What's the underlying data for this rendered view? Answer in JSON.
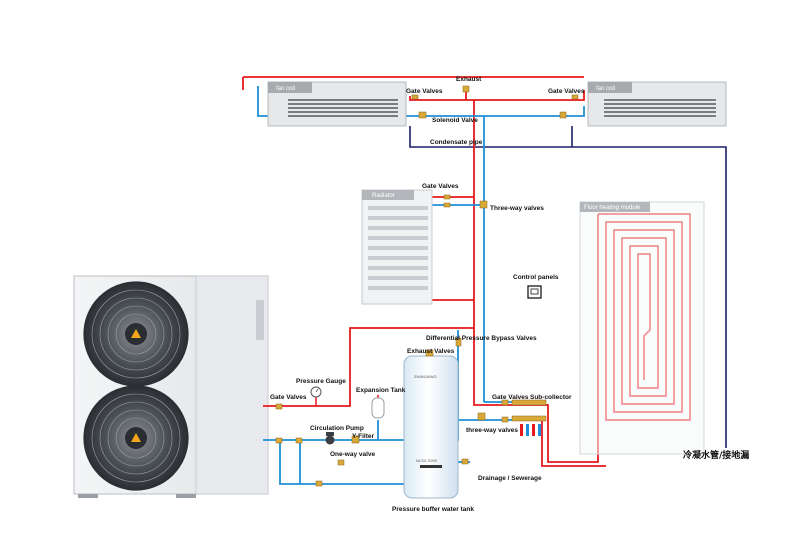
{
  "colors": {
    "hot": "#e8191c",
    "cold": "#1e8fd6",
    "condensate": "#1b1f6b",
    "unit_body": "#eef0f2",
    "fan_dark": "#3b3f44",
    "valve_brass": "#d8a83a"
  },
  "labels": {
    "fan_coil_left": "fan coil",
    "fan_coil_right": "fan coil",
    "exhaust": "Exhaust",
    "gate_valves_top_left": "Gate Valves",
    "gate_valves_top_right": "Gate Valves",
    "solenoid_valve": "Solenoid Valve",
    "condensate_pipe": "Condensate pipe",
    "radiator": "Radiator",
    "gate_valves_radiator": "Gate Valves",
    "three_way_valves_upper": "Three-way valves",
    "floor_heating_module": "Floor heating module",
    "control_panels": "Control panels",
    "differential_pressure_bypass_valves": "Differential Pressure Bypass Valves",
    "exhaust_valves": "Exhaust Valves",
    "pressure_gauge": "Pressure Gauge",
    "expansion_tank": "Expansion Tank",
    "gate_valves_unit": "Gate Valves",
    "gate_valves_collector": "Gate Valves",
    "sub_collector": "Sub-collector",
    "circulation_pump": "Circulation Pump",
    "y_filter": "Y-Filter",
    "three_way_valves_lower": "three-way valves",
    "one_way_valve": "One-way valve",
    "drainage_sewerage": "Drainage / Sewerage",
    "pressure_buffer_water_tank": "Pressure buffer water tank",
    "condensate_drain_cn": "冷凝水管/接地漏",
    "tank_brand": "ZHANJIANG",
    "tank_model": "NLSX-S200"
  }
}
